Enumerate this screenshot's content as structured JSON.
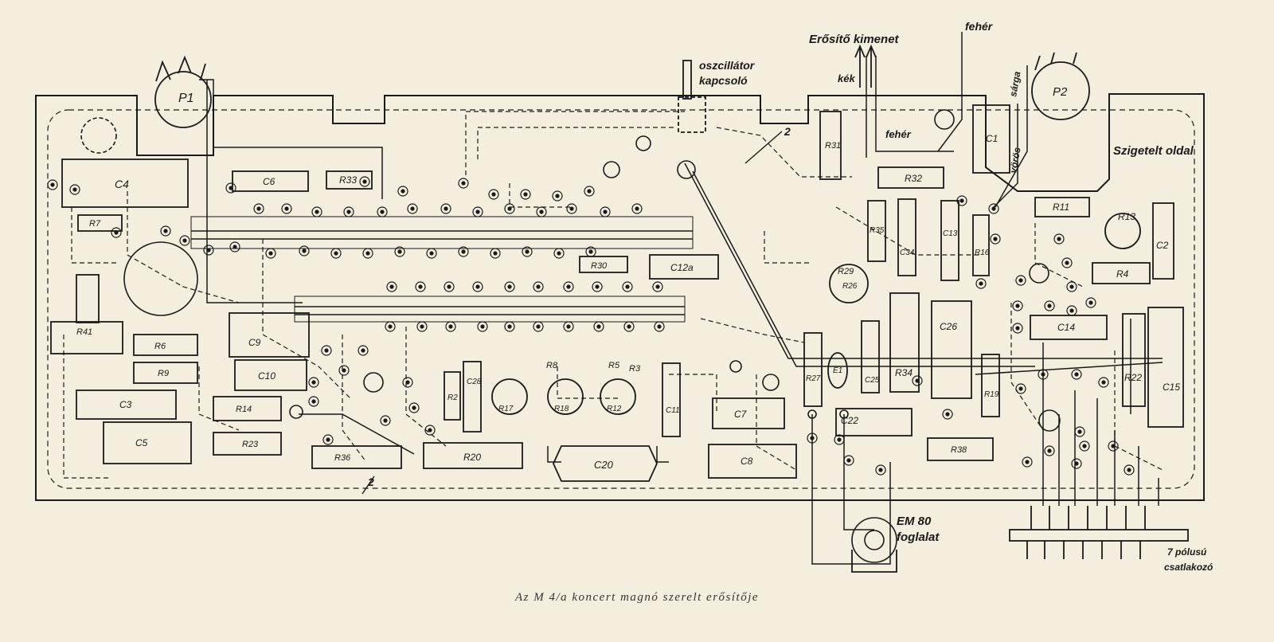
{
  "caption": "Az M 4/a koncert magnó szerelt erősítője",
  "annotations": {
    "output": "Erősítő kimenet",
    "blue": "kék",
    "white_top": "fehér",
    "white_mid": "fehér",
    "yellow": "sárga",
    "red": "vörös",
    "insulated_side": "Szigetelt oldal",
    "oscillator_switch_1": "oszcillátor",
    "oscillator_switch_2": "kapcsoló",
    "socket_1": "EM 80",
    "socket_2": "foglalat",
    "connector_1": "7 pólusú",
    "connector_2": "csatlakozó",
    "marker_a": "2",
    "marker_b": "2"
  },
  "components": {
    "p1": "P1",
    "p2": "P2",
    "c4": "C4",
    "c6": "C6",
    "r33": "R33",
    "r7": "R7",
    "c12a": "C12a",
    "r30": "R30",
    "r29": "R29",
    "r31": "R31",
    "r32": "R32",
    "c1_top": "C1",
    "r11": "R11",
    "r13": "R13",
    "c2": "C2",
    "r4": "R4",
    "r35": "R35",
    "c34": "C34",
    "c13": "C13",
    "r16": "R16",
    "c26": "C26",
    "c14": "C14",
    "r22": "R22",
    "c15": "C15",
    "r41": "R41",
    "r6": "R6",
    "r9": "R9",
    "c9": "C9",
    "c10": "C10",
    "c3": "C3",
    "r14": "R14",
    "c5": "C5",
    "r23": "R23",
    "r36": "R36",
    "r20": "R20",
    "c20": "C20",
    "c8": "C8",
    "c7": "C7",
    "c22": "C22",
    "r38": "R38",
    "r8": "R8",
    "r5": "R5",
    "r3": "R3",
    "c11": "C11",
    "r27": "R27",
    "e1": "E1",
    "c25": "C25",
    "r34": "R34",
    "r19": "R19",
    "r17": "R17",
    "r18": "R18",
    "r12": "R12",
    "r2": "R2",
    "c28": "C28",
    "r26": "R26"
  }
}
